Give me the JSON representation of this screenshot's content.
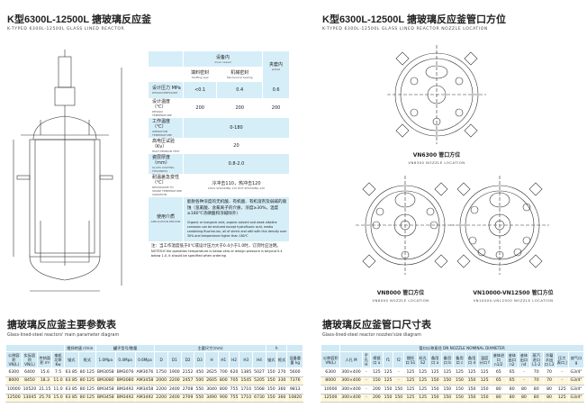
{
  "left": {
    "title": "K型6300L-12500L 搪玻璃反应釜",
    "subtitle": "K-TYPED 6300L-12500L GLASS LINED REACTOR"
  },
  "right": {
    "title": "K型6300L-12500L 搪玻璃反应釜管口方位",
    "subtitle": "K-TYPED 6300L-12500L GLASS LINED REACTOR NOZZLE LOCATION"
  },
  "spec": {
    "inner": "设备内",
    "inner_en": "Inner vessel",
    "jacket": "夹套内",
    "jacket_en": "Jacket",
    "stuffing": "填料密封",
    "stuffing_en": "Stuffing seal",
    "mech": "机械密封",
    "mech_en": "Mechanical sealing",
    "rows": [
      {
        "label": "设计压力 MPa",
        "en": "DESIGN PRESSURE",
        "vals": [
          "<0.1",
          "0.4",
          "0.6"
        ]
      },
      {
        "label": "设计温度（℃）",
        "en": "DESIGN TEMPERATURE",
        "vals": [
          "200",
          "200",
          "200"
        ]
      },
      {
        "label": "工作温度（℃）",
        "en": "OPERATION TEMPERATURE",
        "span": "0-180"
      },
      {
        "label": "高电压试验（Kv）",
        "en": "HIGH TENSION TEST",
        "span": "20"
      },
      {
        "label": "瓷层厚度（mm）",
        "en": "GLASS COATING THICKNESS",
        "span": "0.8-2.0"
      },
      {
        "label": "耐温差急变性（℃）",
        "en": "RESISTANCE TO SHARP TEMPERATURE VARIATION",
        "span": "冷冲击110，热冲击120",
        "span_en": "COOL SHOCKING 110 HOT SHOCKING 120"
      }
    ],
    "medium_label": "使用介质",
    "medium_en": "APPLICATION MEDIUM",
    "medium_cn": "能耐各种浓度的无机酸、有机酸、有机溶剂及弱碱的腐蚀（氢氟酸、含氟离子的介质、浓度≥30%，温度≥180℃浓磷酸和浓碱除外）",
    "medium_text": "Organic or inorganic acid, organic solvent and weak alkaline corrosion can be endured except hydrofluoric acid, media containing fluorine-ion, all of shrink and alkli with thin density over 30% and temperature higher than 180℃",
    "note_cn": "注：当工作温度低于0℃或设计压力大于0.4小于1.0时，订货时应注明。",
    "note_en": "NOTES:If the operation temperature is below zero or design pressure is beyond 0.4 below 1.0, it should be specified when ordering"
  },
  "diagrams": [
    {
      "title": "VN6300 管口方位",
      "en": "VN6300 NOZZLE LOCATION"
    },
    {
      "title": "VN8000 管口方位",
      "en": "VN8000 NOZZLE LOCATION"
    },
    {
      "title": "VN10000-VN12500 管口方位",
      "en": "VN10000-VN12500 NOZZLE LOCATION"
    }
  ],
  "param_table": {
    "title": "搪玻璃反应釜主要参数表",
    "subtitle": "Glass-lined-steel reactors' main parameter diagram",
    "group_stir": "搅拌转速 r/min",
    "group_tank": "罐子型号/数量",
    "group_dims": "主要尺寸(mm)",
    "group_h": "h",
    "headers": [
      "公称容积 VN(L)",
      "实际容积 VN(L)",
      "传热面积 m²",
      "电机功率 Kw",
      "锚式",
      "框式",
      "1.0Mpa",
      "0.4Mpa",
      "0.6Mpa",
      "D",
      "D1",
      "D2",
      "D3",
      "H",
      "H1",
      "H2",
      "H3",
      "H4",
      "锚式",
      "框式",
      "设备重量 kg"
    ],
    "rows": [
      [
        "6300",
        "6400",
        "15.6",
        "7.5",
        "63 85",
        "80 125",
        "BM3058",
        "BM3076",
        "AM3076",
        "1750",
        "1900",
        "2152",
        "450",
        "2625",
        "700",
        "620",
        "1385",
        "5027",
        "150",
        "270",
        "5600"
      ],
      [
        "8000",
        "8450",
        "18.3",
        "11.0",
        "63 85",
        "80 125",
        "BM3080",
        "BM3080",
        "AM3458",
        "2000",
        "2200",
        "2457",
        "500",
        "2605",
        "800",
        "705",
        "1545",
        "5205",
        "150",
        "330",
        "7376"
      ],
      [
        "10000",
        "10520",
        "21.15",
        "11.0",
        "63 85",
        "80 125",
        "BM3458",
        "BM3492",
        "AM3458",
        "2200",
        "2400",
        "2708",
        "550",
        "3040",
        "800",
        "755",
        "1710",
        "5568",
        "150",
        "360",
        "9813"
      ],
      [
        "12500",
        "13045",
        "25.70",
        "15.0",
        "63 85",
        "80 125",
        "BM3458",
        "BM3492",
        "AM3492",
        "2200",
        "2400",
        "2709",
        "550",
        "3490",
        "900",
        "755",
        "1710",
        "6730",
        "150",
        "360",
        "10820"
      ]
    ]
  },
  "nozzle_table": {
    "title": "搪玻璃反应釜管口尺寸表",
    "subtitle": "Glass-lined-steel reactor nozzles'size diagram",
    "group": "管口公称直径 DN NOZZLE NOMINAL DIAMETER",
    "headers": [
      "公称容积 VN(L)",
      "人孔 M",
      "手孔 H",
      "视镜口 a",
      "f1",
      "f2",
      "搅拌口 S1",
      "料孔 S2",
      "备用口 a",
      "备用口 b",
      "备用口 c",
      "备用口 d",
      "温度计口 f",
      "液体进口 n1/2",
      "液体出口 n2",
      "液体出口 n4",
      "蒸汽进口 L1-2",
      "冷凝水出口 L3",
      "压力表口 J",
      "放气口 g"
    ],
    "rows": [
      [
        "6300",
        "300×400",
        "-",
        "125",
        "125",
        "-",
        "125",
        "125",
        "125",
        "125",
        "125",
        "125",
        "125",
        "65",
        "65",
        "-",
        "70",
        "70",
        "-",
        "G3/4\""
      ],
      [
        "8000",
        "300×400",
        "-",
        "150",
        "125",
        "-",
        "125",
        "125",
        "150",
        "150",
        "150",
        "150",
        "125",
        "65",
        "65",
        "-",
        "70",
        "70",
        "-",
        "G3/4\""
      ],
      [
        "10000",
        "300×400",
        "-",
        "200",
        "150",
        "150",
        "125",
        "125",
        "150",
        "150",
        "150",
        "150",
        "150",
        "80",
        "80",
        "80",
        "80",
        "80",
        "125",
        "G3/4\""
      ],
      [
        "12500",
        "300×400",
        "-",
        "200",
        "150",
        "150",
        "125",
        "125",
        "150",
        "150",
        "150",
        "150",
        "150",
        "80",
        "80",
        "80",
        "80",
        "80",
        "125",
        "G3/4\""
      ]
    ]
  }
}
